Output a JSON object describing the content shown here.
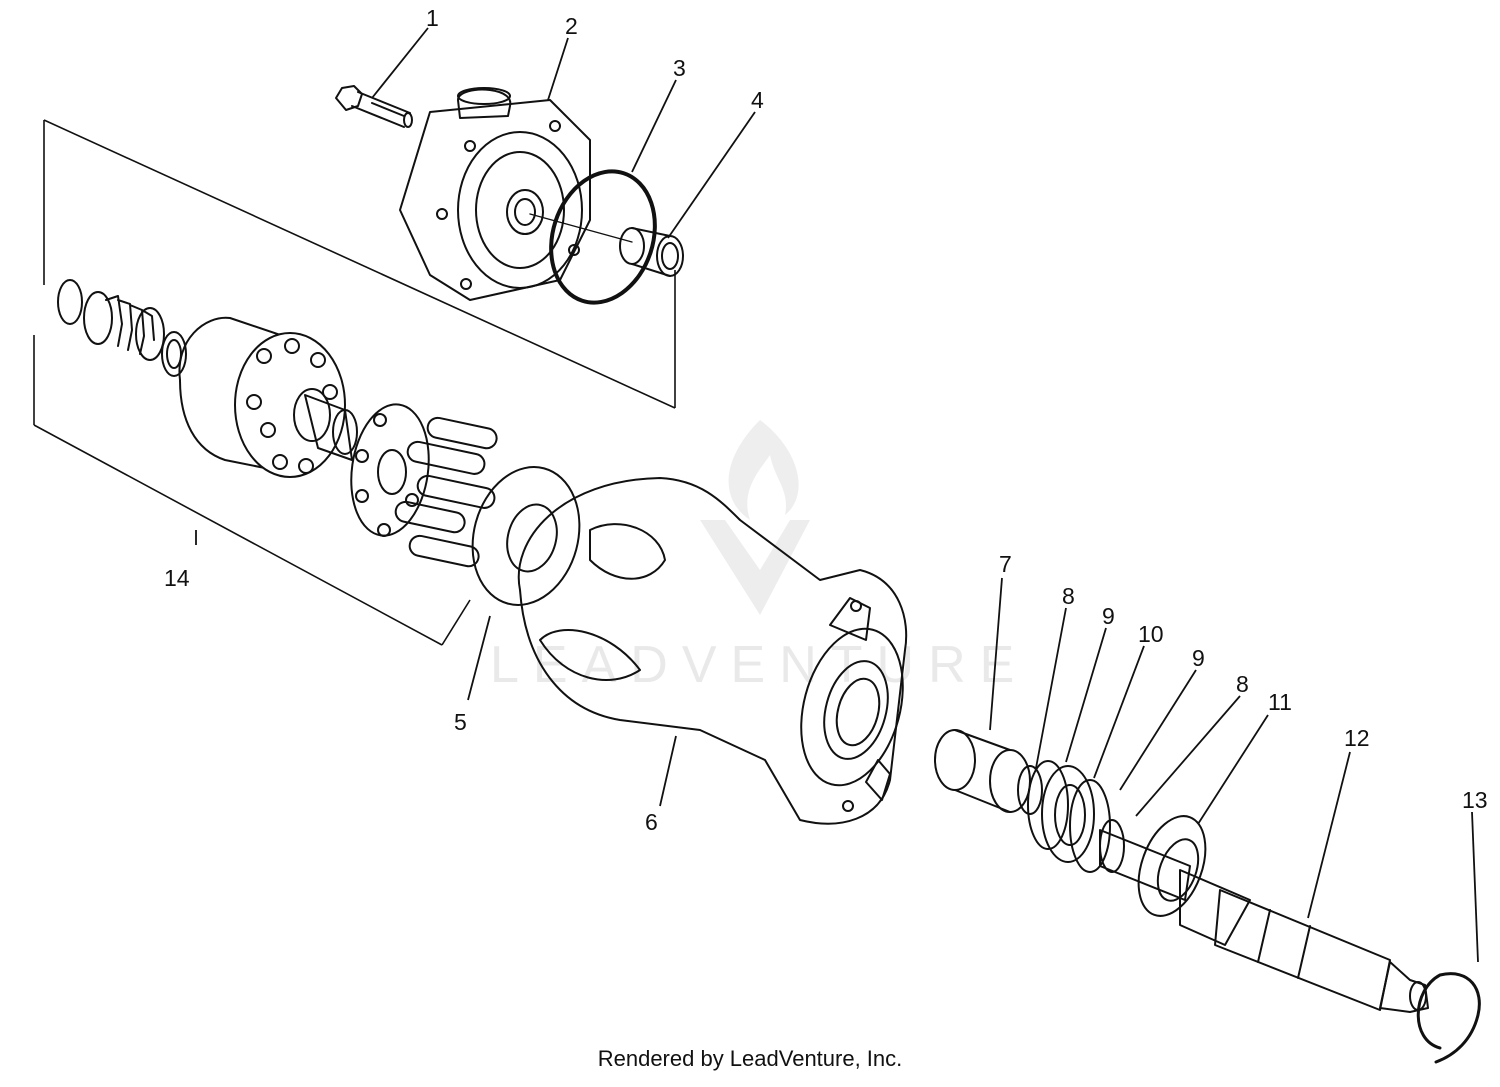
{
  "diagram": {
    "callouts": [
      {
        "id": "1",
        "label": "1"
      },
      {
        "id": "2",
        "label": "2"
      },
      {
        "id": "3",
        "label": "3"
      },
      {
        "id": "4",
        "label": "4"
      },
      {
        "id": "5",
        "label": "5"
      },
      {
        "id": "6",
        "label": "6"
      },
      {
        "id": "7",
        "label": "7"
      },
      {
        "id": "8a",
        "label": "8"
      },
      {
        "id": "9a",
        "label": "9"
      },
      {
        "id": "10",
        "label": "10"
      },
      {
        "id": "9b",
        "label": "9"
      },
      {
        "id": "8b",
        "label": "8"
      },
      {
        "id": "11",
        "label": "11"
      },
      {
        "id": "12",
        "label": "12"
      },
      {
        "id": "13",
        "label": "13"
      },
      {
        "id": "14",
        "label": "14"
      }
    ],
    "watermark": "LEADVENTURE",
    "footer": "Rendered by LeadVenture, Inc."
  }
}
